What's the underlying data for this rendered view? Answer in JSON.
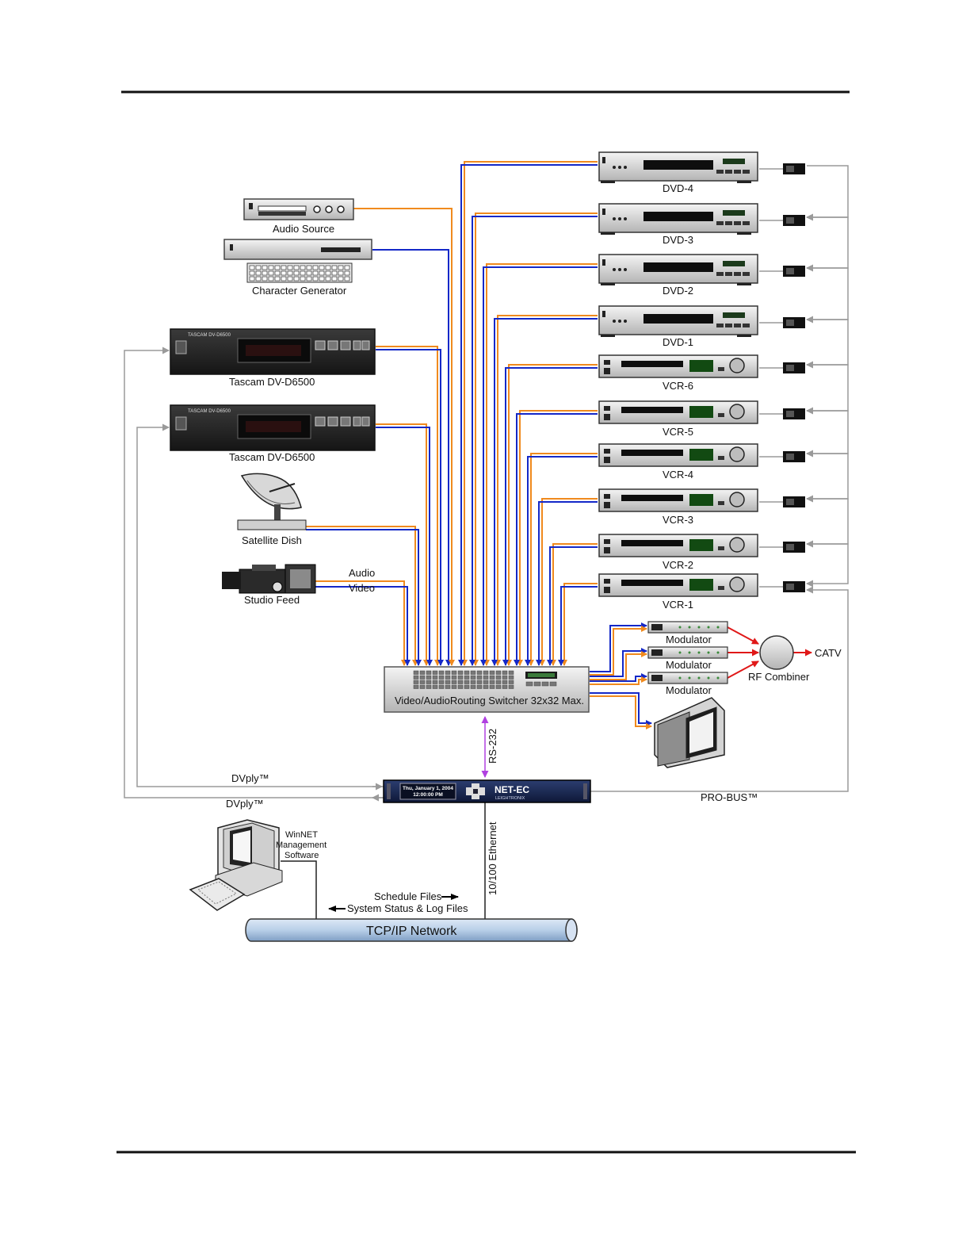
{
  "colors": {
    "audio_line": "#f08a1e",
    "video_line": "#1428c8",
    "control_line": "#9a9a9a",
    "rs232_line": "#b040e0",
    "rf_line": "#e01818",
    "pipe_fill": "#b8cfe8",
    "rule": "#111111"
  },
  "sources": {
    "audio_source": "Audio Source",
    "character_generator": "Character Generator",
    "tascam_1": "Tascam DV-D6500",
    "tascam_2": "Tascam DV-D6500",
    "tascam_brand": "TASCAM  DV-D6500",
    "satellite_dish": "Satellite Dish",
    "studio_feed": "Studio Feed",
    "studio_audio": "Audio",
    "studio_video": "Video"
  },
  "players": [
    {
      "label": "DVD-4",
      "kind": "dvd"
    },
    {
      "label": "DVD-3",
      "kind": "dvd"
    },
    {
      "label": "DVD-2",
      "kind": "dvd"
    },
    {
      "label": "DVD-1",
      "kind": "dvd"
    },
    {
      "label": "VCR-6",
      "kind": "vcr"
    },
    {
      "label": "VCR-5",
      "kind": "vcr"
    },
    {
      "label": "VCR-4",
      "kind": "vcr"
    },
    {
      "label": "VCR-3",
      "kind": "vcr"
    },
    {
      "label": "VCR-2",
      "kind": "vcr"
    },
    {
      "label": "VCR-1",
      "kind": "vcr"
    }
  ],
  "switcher": {
    "label": "Video/AudioRouting Switcher 32x32 Max."
  },
  "modulators": [
    "Modulator",
    "Modulator",
    "Modulator"
  ],
  "rf_combiner": "RF Combiner",
  "catv": "CATV",
  "rs232": "RS-232",
  "controller": {
    "date": "Thu, January 1, 2004",
    "time": "12:00:00 PM",
    "brand": "NET-EC",
    "sub_brand": "LEIGHTRONIX"
  },
  "dvply_1": "DVply™",
  "dvply_2": "DVply™",
  "probus": "PRO-BUS™",
  "ethernet": "10/100 Ethernet",
  "winnet": [
    "WinNET",
    "Management",
    "Software"
  ],
  "schedule_files": "Schedule Files",
  "status_files": "System Status & Log Files",
  "network": "TCP/IP Network"
}
